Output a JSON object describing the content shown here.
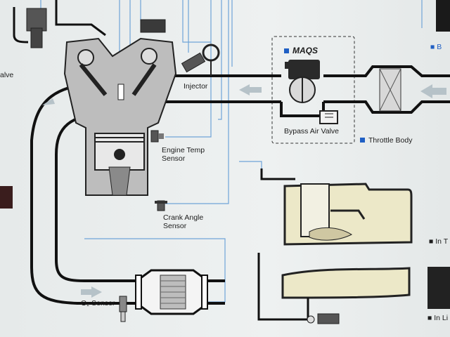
{
  "labels": {
    "valve_fragment": "alve",
    "injector": "Injector",
    "maqs": "MAQS",
    "bypass_air_valve": "Bypass Air Valve",
    "throttle_body": "Throttle Body",
    "engine_temp_sensor_l1": "Engine Temp",
    "engine_temp_sensor_l2": "Sensor",
    "crank_angle_sensor_l1": "Crank Angle",
    "crank_angle_sensor_l2": "Sensor",
    "o2_sensor": "O₂ Sensor",
    "right_top_fragment": "■ B",
    "right_mid_fragment": "■ In T",
    "right_bottom_fragment": "■ In Li"
  },
  "colors": {
    "pipe": "#111111",
    "wire": "#6fa4d8",
    "accent_square": "#1f5fc4",
    "fuel": "#ece8c8",
    "engine_grey": "#bdbdbd"
  },
  "icons": [
    "flow-arrow-icon",
    "label-square-icon"
  ]
}
